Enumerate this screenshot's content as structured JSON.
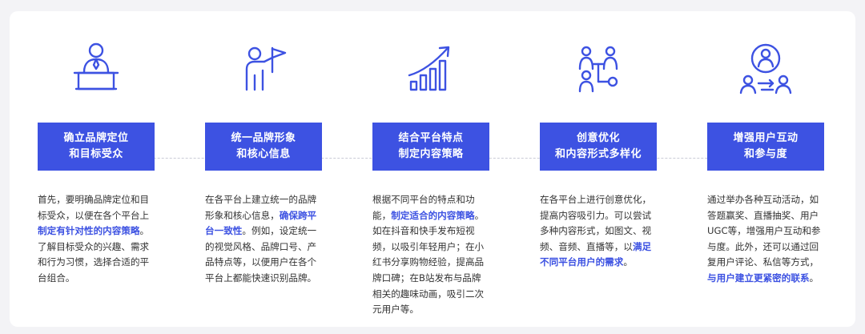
{
  "colors": {
    "accent": "#3d52e2",
    "text": "#333333",
    "background": "#ffffff"
  },
  "steps": [
    {
      "icon": "speaker-podium-icon",
      "title_lines": [
        "确立品牌定位",
        "和目标受众"
      ],
      "desc": [
        {
          "t": "首先，要明确品牌定位和目标受众，以便在各个平台上"
        },
        {
          "t": "制定有针对性的内容策略",
          "hl": true
        },
        {
          "t": "。了解目标受众的兴趣、需求和行为习惯，选择合适的平台组合。"
        }
      ]
    },
    {
      "icon": "person-flag-icon",
      "title_lines": [
        "统一品牌形象",
        "和核心信息"
      ],
      "desc": [
        {
          "t": "在各平台上建立统一的品牌形象和核心信息，"
        },
        {
          "t": "确保跨平台一致性",
          "hl": true
        },
        {
          "t": "。例如，设定统一的视觉风格、品牌口号、产品特点等，以便用户在各个平台上都能快速识别品牌。"
        }
      ]
    },
    {
      "icon": "growth-chart-icon",
      "title_lines": [
        "结合平台特点",
        "制定内容策略"
      ],
      "desc": [
        {
          "t": "根据不同平台的特点和功能，"
        },
        {
          "t": "制定适合的内容策略",
          "hl": true
        },
        {
          "t": "。如在抖音和快手发布短视频，以吸引年轻用户；在小红书分享购物经验，提高品牌口碑；在B站发布与品牌相关的趣味动画，吸引二次元用户等。"
        }
      ]
    },
    {
      "icon": "people-network-icon",
      "title_lines": [
        "创意优化",
        "和内容形式多样化"
      ],
      "desc": [
        {
          "t": "在各平台上进行创意优化，提高内容吸引力。可以尝试多种内容形式，如图文、视频、音频、直播等，以"
        },
        {
          "t": "满足不同平台用户的需求",
          "hl": true
        },
        {
          "t": "。"
        }
      ]
    },
    {
      "icon": "user-interaction-icon",
      "title_lines": [
        "增强用户互动",
        "和参与度"
      ],
      "desc": [
        {
          "t": "通过举办各种互动活动，如答题赢奖、直播抽奖、用户UGC等，增强用户互动和参与度。此外，还可以通过回复用户评论、私信等方式，"
        },
        {
          "t": "与用户建立更紧密的联系",
          "hl": true
        },
        {
          "t": "。"
        }
      ]
    }
  ]
}
